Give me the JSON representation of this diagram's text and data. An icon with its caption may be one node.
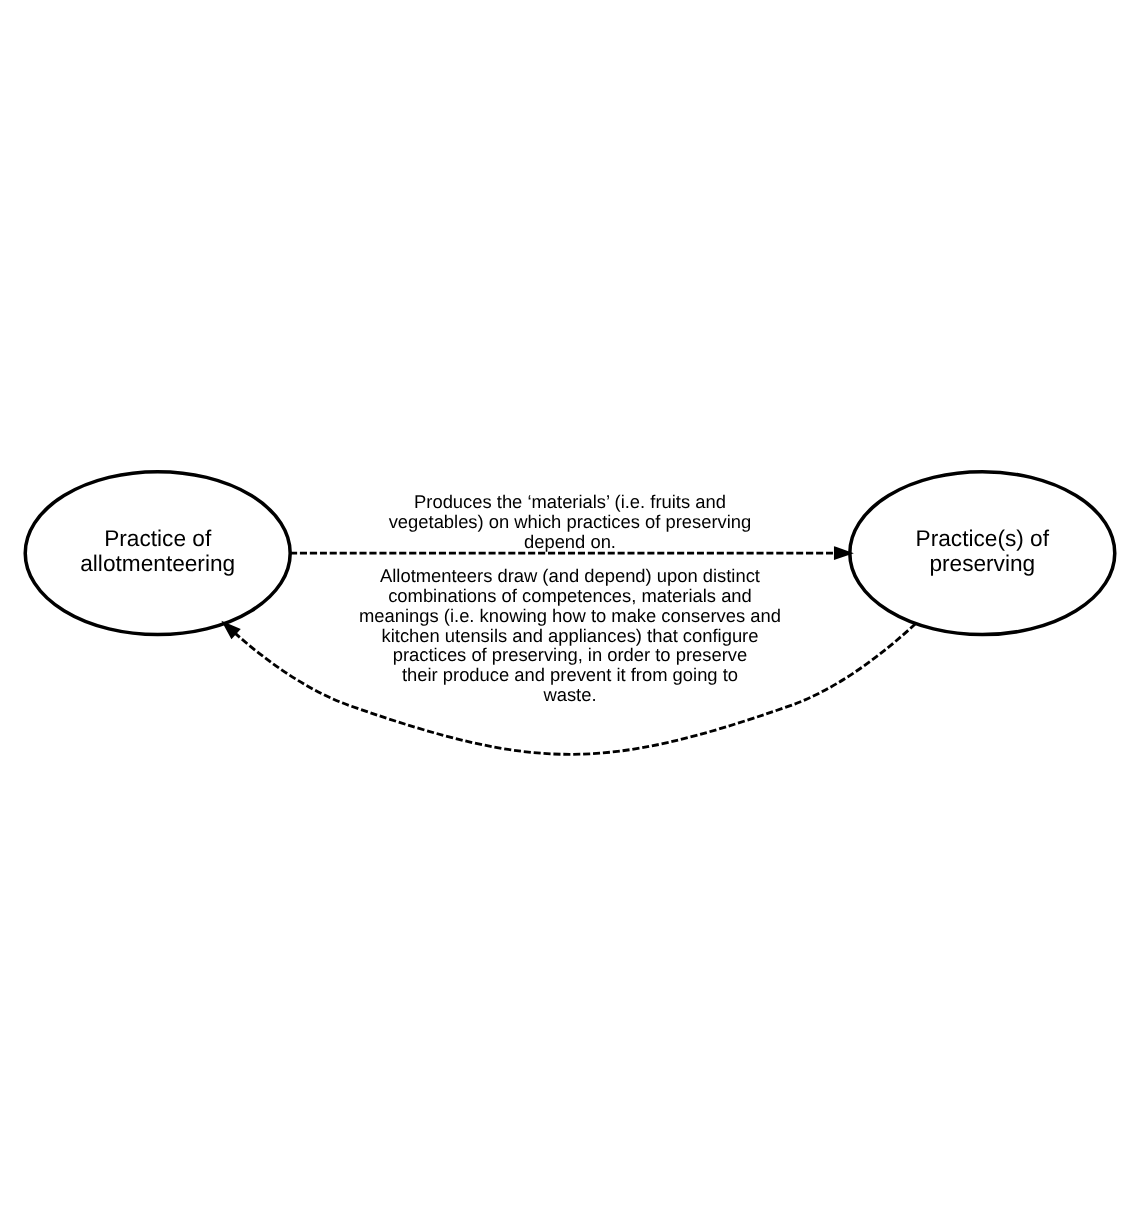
{
  "diagram": {
    "nodes": [
      {
        "text": [
          "Practice of allotmenteering"
        ]
      },
      {
        "text": [
          "Practice(s) of preserving"
        ]
      }
    ],
    "edges": [
      {
        "from": 0,
        "to": 1,
        "arrow": "to",
        "style": "dashed",
        "label": "Produces the ‘materials’ (i.e. fruits and vegetables) on which practices of preserving depend on."
      },
      {
        "from": 1,
        "to": 0,
        "arrow": "to",
        "style": "dashed",
        "label": "Allotmenteers draw (and depend) upon distinct combinations of competences, materials and meanings (i.e. knowing how to make conserves and kitchen utensils and appliances) that configure practices of preserving, in order to preserve their produce and prevent it from going to waste."
      }
    ]
  }
}
